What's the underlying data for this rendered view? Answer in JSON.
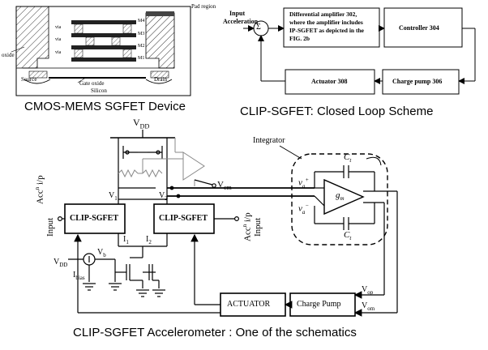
{
  "captions": {
    "device": "CMOS-MEMS SGFET Device",
    "loop": "CLIP-SGFET: Closed Loop Scheme",
    "accel": "CLIP-SGFET Accelerometer : One of the schematics"
  },
  "device_labels": {
    "pad_region": "Pad region",
    "via1": "via",
    "via2": "via",
    "via3": "via",
    "m4": "M4",
    "m3": "M3",
    "m2": "M2",
    "m1": "M1",
    "oxide": "oxide",
    "source": "Source",
    "gate_oxide": "Gate oxide",
    "drain": "Drain",
    "silicon": "Silicon"
  },
  "loop": {
    "input_line1": "Input",
    "input_line2": "Acceleration",
    "sum_symbol": "Σ",
    "diff_amp_line1": "Differential amplifier 302,",
    "diff_amp_line2": "where the amplifier includes",
    "diff_amp_line3": "IP-SGFET as depicted in the",
    "diff_amp_line4": "FIG. 2b",
    "controller": "Controller 304",
    "charge_pump": "Charge pump 306",
    "actuator": "Actuator 308"
  },
  "schematic": {
    "vdd": "V",
    "vdd_sub": "DD",
    "vcm": "V",
    "vcm_sub": "cm",
    "integrator": "Integrator",
    "ct_top": "C",
    "ct_top_sub": "t",
    "ct_bot": "C",
    "ct_bot_sub": "t",
    "gm": "g",
    "gm_sub": "m",
    "va_plus": "v",
    "va_minus": "v",
    "v1": "V",
    "v1_sub": "1",
    "v2": "V",
    "v2_sub": "2",
    "clip_left": "CLIP-SGFET",
    "clip_right": "CLIP-SGFET",
    "acc_left_1": "Acc",
    "acc_left_2": "Input",
    "acc_right_1": "Acc",
    "acc_right_2": "Input",
    "i1": "I",
    "i1_sub": "1",
    "i2": "I",
    "i2_sub": "2",
    "vdd2": "V",
    "vdd2_sub": "DD",
    "vb": "V",
    "vb_sub": "b",
    "ibias": "I",
    "ibias_sub": "bias",
    "actuator": "ACTUATOR",
    "charge_pump": "Charge Pump",
    "vop": "V",
    "vop_sub": "op",
    "vom": "V",
    "vom_sub": "om"
  }
}
